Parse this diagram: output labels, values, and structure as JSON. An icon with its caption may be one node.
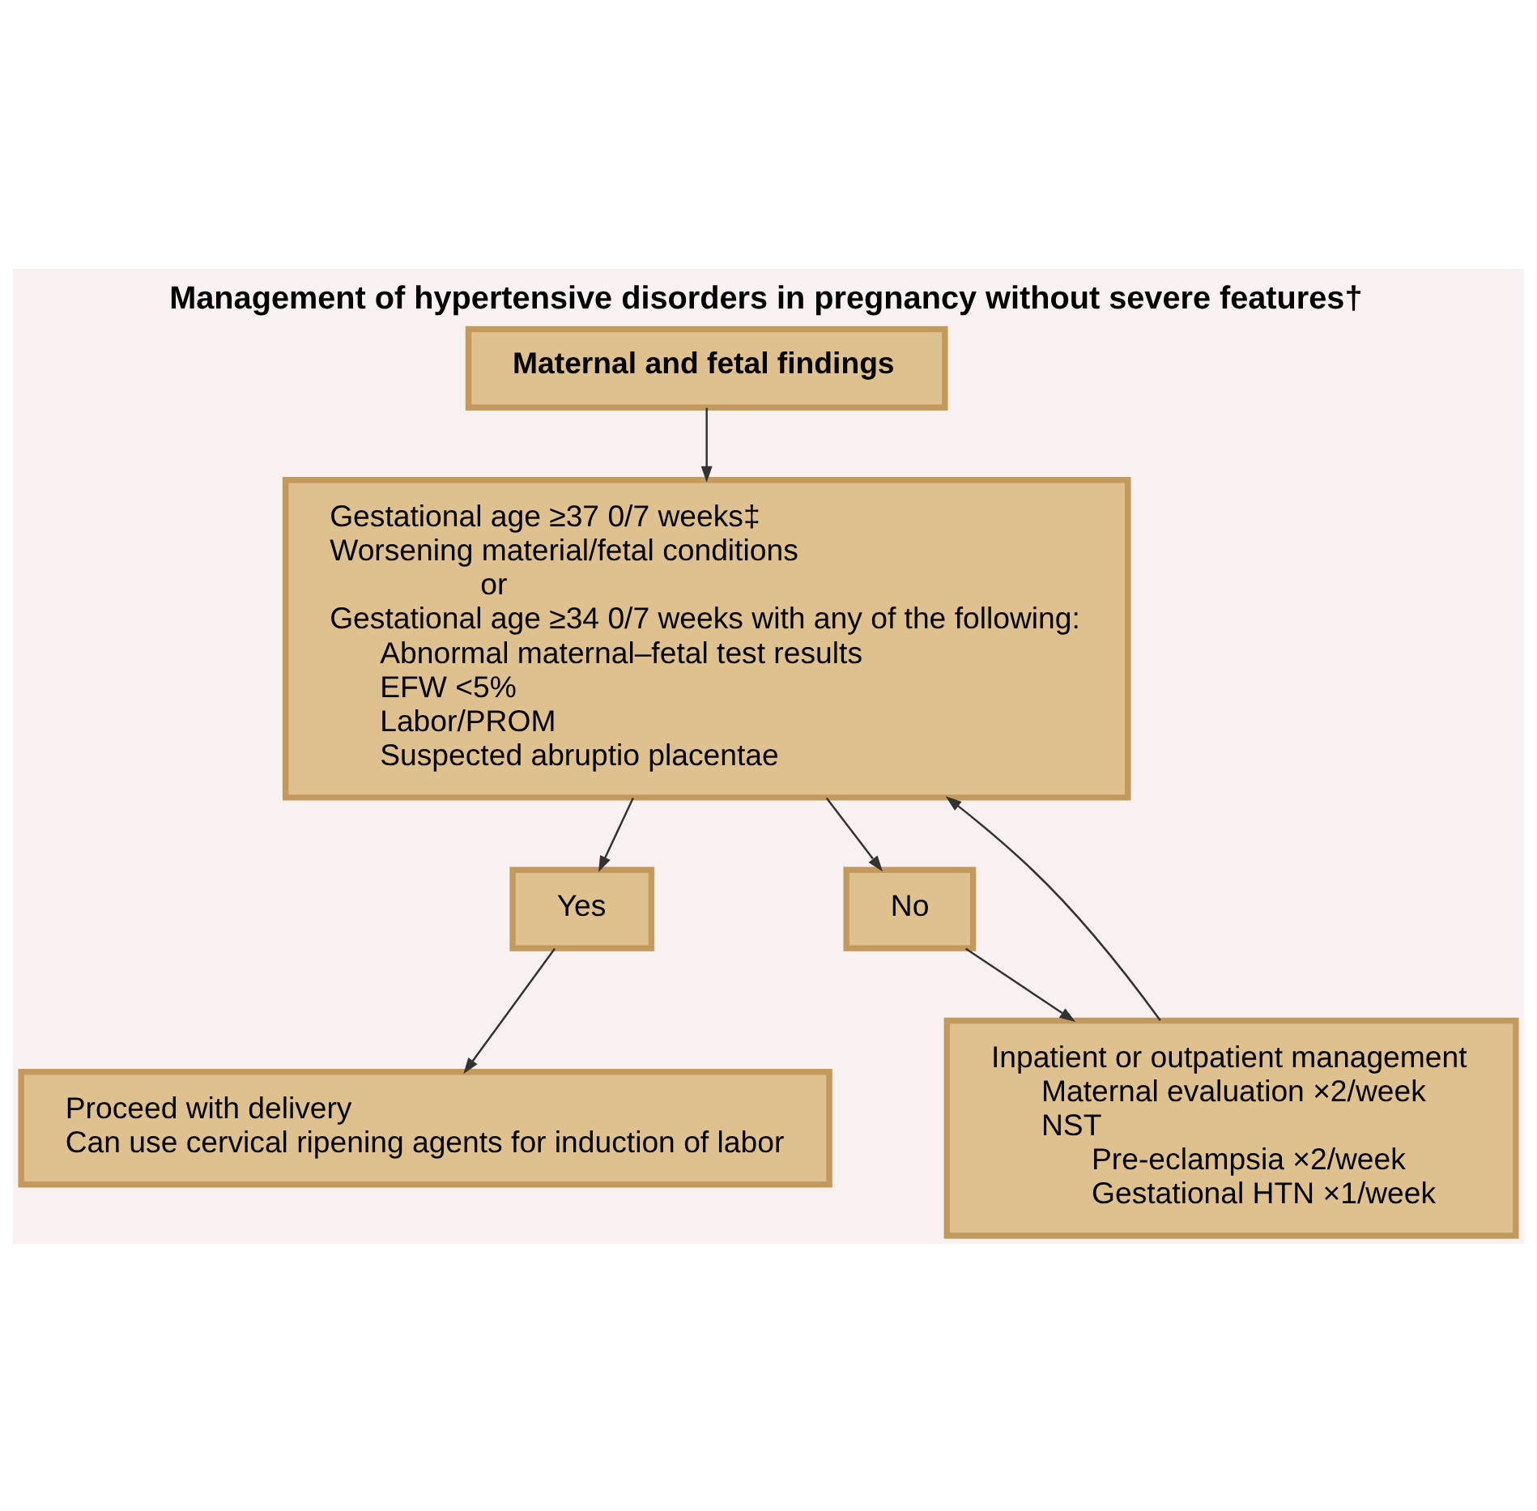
{
  "diagram": {
    "title": "Management of hypertensive disorders in pregnancy without severe features†",
    "nodes": [
      {
        "text": [
          "Maternal and fetal findings"
        ]
      },
      {
        "text": [
          "Gestational age ≥37 0/7 weeks‡",
          "Worsening material/fetal conditions",
          "or",
          "Gestational age ≥34 0/7 weeks with any of the following:",
          "Abnormal maternal–fetal test results",
          "EFW <5%",
          "Labor/PROM",
          "Suspected abruptio placentae"
        ]
      },
      {
        "text": [
          "Yes"
        ]
      },
      {
        "text": [
          "No"
        ]
      },
      {
        "text": [
          "Proceed with delivery",
          "Can use cervical ripening agents for induction of labor"
        ]
      },
      {
        "text": [
          "Inpatient or outpatient management",
          "Maternal evaluation ×2/week",
          "NST",
          "Pre-eclampsia ×2/week",
          "Gestational HTN ×1/week"
        ]
      }
    ],
    "edges": [
      {
        "from": 0,
        "to": 1,
        "arrow": "to"
      },
      {
        "from": 1,
        "to": 2,
        "arrow": "to"
      },
      {
        "from": 1,
        "to": 3,
        "arrow": "to"
      },
      {
        "from": 2,
        "to": 4,
        "arrow": "to"
      },
      {
        "from": 3,
        "to": 5,
        "arrow": "to"
      },
      {
        "from": 5,
        "to": 1,
        "arrow": "to"
      }
    ]
  }
}
